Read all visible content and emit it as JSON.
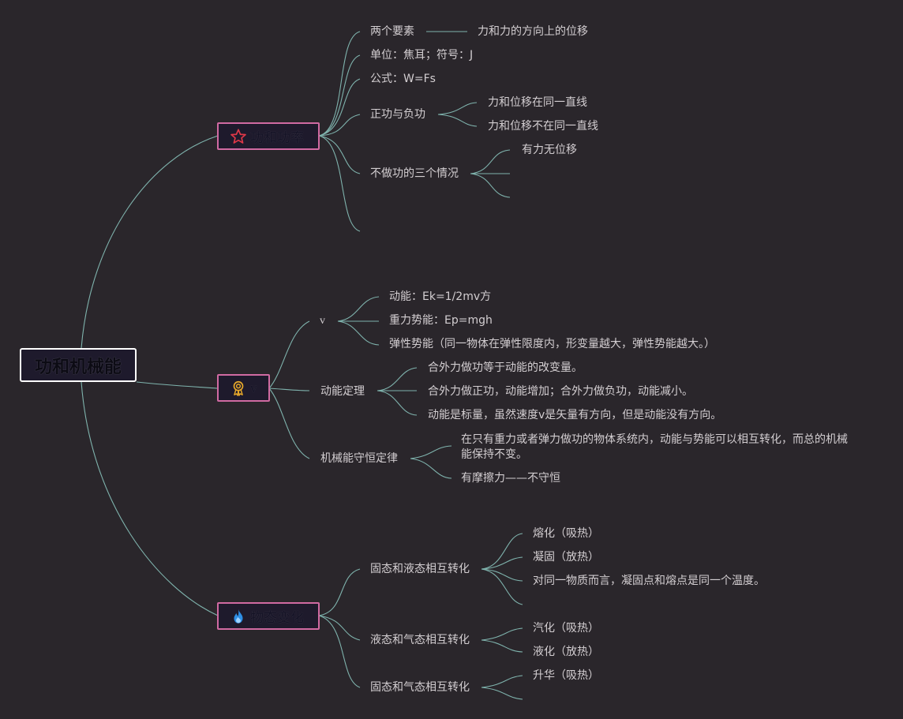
{
  "root": {
    "label": "功和机械能"
  },
  "branches": {
    "work": {
      "label": "功和功率",
      "icon": "star-icon",
      "items": {
        "two_elements": "两个要素",
        "two_elements_detail": "力和力的方向上的位移",
        "unit": "单位：焦耳；符号：J",
        "formula": "公式：W=Fs",
        "pos_neg": "正功与负功",
        "pos_neg_1": "力和位移在同一直线",
        "pos_neg_2": "力和位移不在同一直线",
        "no_work": "不做功的三个情况",
        "no_work_1": "有力无位移"
      }
    },
    "energy": {
      "label": "v",
      "icon": "award-icon",
      "items": {
        "v": "v",
        "kinetic": "动能：Ek=1/2mv方",
        "gravity": "重力势能：Ep=mgh",
        "elastic": "弹性势能（同一物体在弹性限度内，形变量越大，弹性势能越大。）",
        "theorem": "动能定理",
        "theorem_1": "合外力做功等于动能的改变量。",
        "theorem_2": "合外力做正功，动能增加；合外力做负功，动能减小。",
        "theorem_3": "动能是标量，虽然速度v是矢量有方向，但是动能没有方向。",
        "conservation": "机械能守恒定律",
        "conservation_1": "在只有重力或者弹力做功的物体系统内，动能与势能可以相互转化，而总的机械能保持不变。",
        "conservation_2": "有摩擦力——不守恒"
      }
    },
    "phase": {
      "label": "物态变化",
      "icon": "flame-icon",
      "items": {
        "solid_liquid": "固态和液态相互转化",
        "melt": "熔化（吸热）",
        "solidify": "凝固（放热）",
        "same_point": "对同一物质而言，凝固点和熔点是同一个温度。",
        "liquid_gas": "液态和气态相互转化",
        "vaporize": "汽化（吸热）",
        "liquefy": "液化（放热）",
        "solid_gas": "固态和气态相互转化",
        "sublime": "升华（吸热）"
      }
    }
  },
  "colors": {
    "background": "#2a262b",
    "edge": "#7fb3ad",
    "main_border": "#d06aa2",
    "root_border": "#ffffff"
  }
}
